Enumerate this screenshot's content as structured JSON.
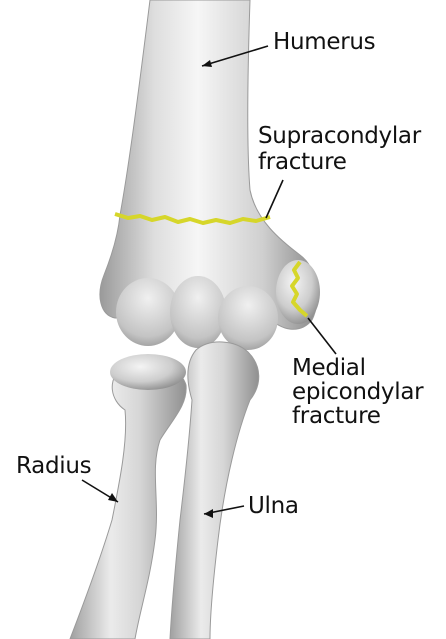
{
  "labels": {
    "humerus": "Humerus",
    "supracondylar_line1": "Supracondylar",
    "supracondylar_line2": "fracture",
    "medial_line1": "Medial",
    "medial_line2": "epicondylar",
    "medial_line3": "fracture",
    "radius": "Radius",
    "ulna": "Ulna"
  },
  "colors": {
    "fracture_line": "#d6d62a",
    "bone_light": "#f2f2f2",
    "bone_mid": "#c9c9c9",
    "bone_dark": "#8f8f8f",
    "leader_line": "#111111",
    "text": "#111111"
  }
}
